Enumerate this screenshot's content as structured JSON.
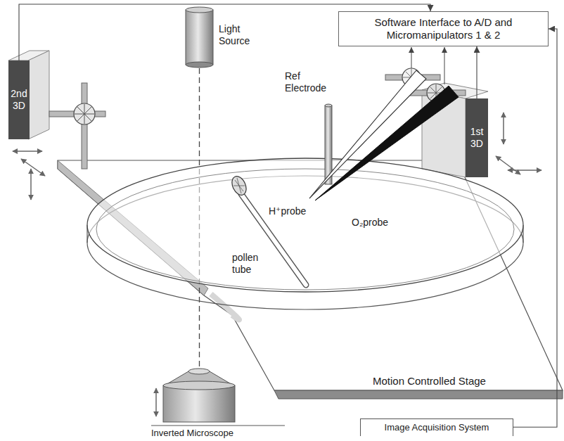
{
  "diagram": {
    "nodes": [
      {
        "text": [
          "Software Interface to A/D and Micromanipulators 1 & 2"
        ]
      },
      {
        "text": [
          "2nd 3D"
        ]
      },
      {
        "text": [
          "1st 3D"
        ]
      },
      {
        "text": [
          "Image Acquisition System"
        ]
      }
    ],
    "edges": [
      {
        "from": 1,
        "to": 0,
        "arrow": "to"
      },
      {
        "from": 2,
        "to": 0,
        "arrow": "to"
      },
      {
        "from": 3,
        "to": 0,
        "arrow": "to"
      }
    ],
    "labels": [
      "Light Source",
      "Ref Electrode",
      "H⁺probe",
      "O₂probe",
      "pollen tube",
      "Motion Controlled Stage",
      "Inverted Microscope"
    ]
  }
}
